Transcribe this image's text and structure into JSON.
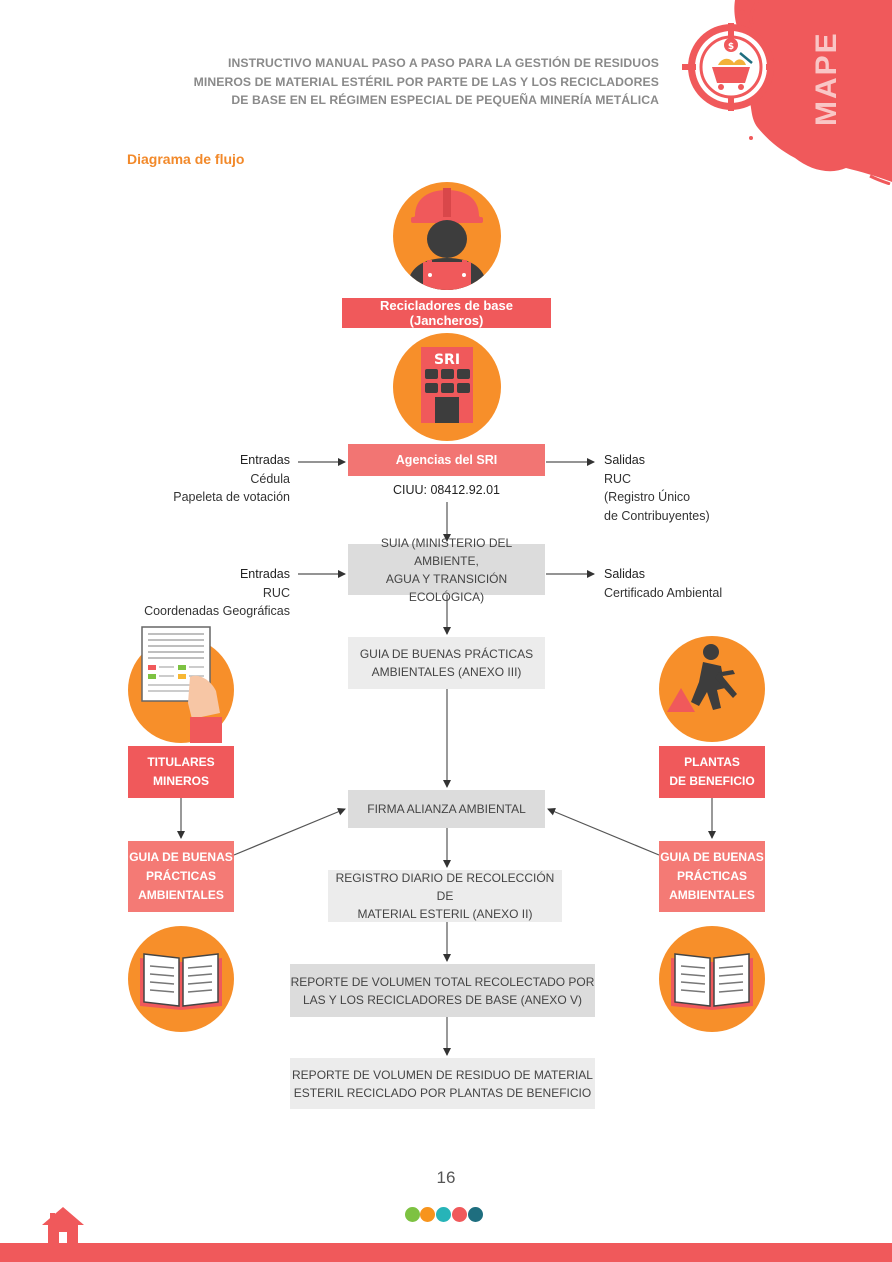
{
  "header": {
    "lines": [
      "INSTRUCTIVO MANUAL PASO A PASO PARA LA GESTIÓN DE RESIDUOS",
      "MINEROS DE MATERIAL ESTÉRIL POR PARTE DE LAS Y LOS RECICLADORES",
      "DE BASE EN EL RÉGIMEN ESPECIAL DE PEQUEÑA MINERÍA METÁLICA"
    ],
    "badge_text": "MAPE",
    "brand_color": "#f0595b"
  },
  "section_title": "Diagrama de flujo",
  "flow": {
    "recicladores": "Recicladores de base (Jancheros)",
    "sri_icon_text": "SRI",
    "agencias": "Agencias del SRI",
    "ciiu": "CIUU: 08412.92.01",
    "entradas1": {
      "head": "Entradas",
      "items": [
        "Cédula",
        "Papeleta de votación"
      ]
    },
    "salidas1": {
      "head": "Salidas",
      "items": [
        "RUC",
        "(Registro Único",
        "de Contribuyentes)"
      ]
    },
    "suia": [
      "SUIA (MINISTERIO DEL AMBIENTE,",
      "AGUA Y TRANSICIÓN ECOLÓGICA)"
    ],
    "entradas2": {
      "head": "Entradas",
      "items": [
        "RUC",
        "Coordenadas Geográficas"
      ]
    },
    "salidas2": {
      "head": "Salidas",
      "items": [
        "Certificado Ambiental"
      ]
    },
    "guia_central": [
      "GUIA DE BUENAS PRÁCTICAS",
      "AMBIENTALES (ANEXO III)"
    ],
    "firma": "FIRMA ALIANZA AMBIENTAL",
    "registro": [
      "REGISTRO DIARIO DE RECOLECCIÓN DE",
      "MATERIAL ESTERIL (ANEXO II)"
    ],
    "reporte_total": [
      "REPORTE DE VOLUMEN TOTAL RECOLECTADO POR",
      "LAS Y LOS RECICLADORES DE BASE (ANEXO V)"
    ],
    "reporte_residuo": [
      "REPORTE DE VOLUMEN DE RESIDUO DE MATERIAL",
      "ESTERIL RECICLADO POR PLANTAS DE BENEFICIO"
    ],
    "titulares": [
      "TITULARES",
      "MINEROS"
    ],
    "plantas": [
      "PLANTAS",
      "DE BENEFICIO"
    ],
    "guia_left": [
      "GUIA DE BUENAS",
      "PRÁCTICAS",
      "AMBIENTALES"
    ],
    "guia_right": [
      "GUIA DE BUENAS",
      "PRÁCTICAS",
      "AMBIENTALES"
    ]
  },
  "page_number": "16",
  "footer_dots": [
    "#7dc242",
    "#f7941d",
    "#27b4b8",
    "#f0595b",
    "#1e6e7f"
  ],
  "icons": [
    "worker-icon",
    "sri-building-icon",
    "document-hand-icon",
    "miner-shovel-icon",
    "open-book-icon",
    "home-icon",
    "mining-cart-target-icon"
  ]
}
